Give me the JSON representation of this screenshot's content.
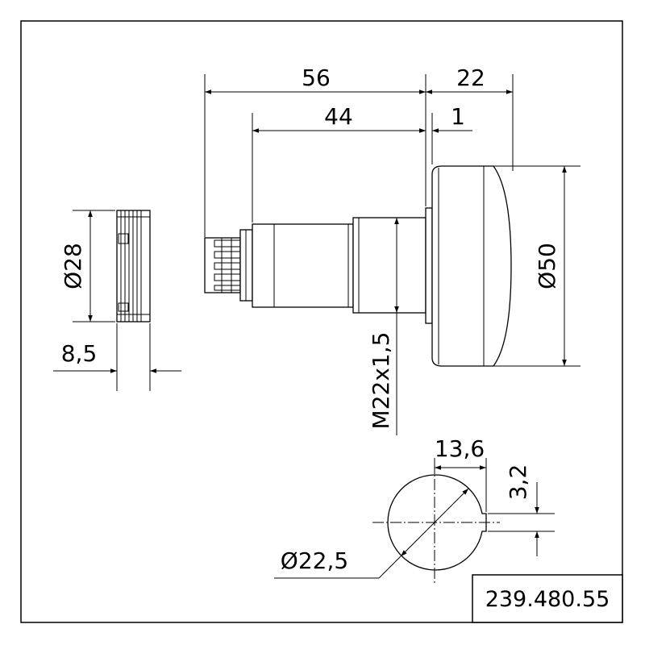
{
  "drawing": {
    "part_number": "239.480.55",
    "dimensions": {
      "overall_length": "56",
      "body_length": "44",
      "cap_depth": "22",
      "flange": "1",
      "cap_diameter": "Ø50",
      "thread": "M22x1,5",
      "nut_diameter": "Ø28",
      "nut_width": "8,5",
      "key_width": "13,6",
      "key_depth": "3,2",
      "hole_diameter": "Ø22,5"
    }
  }
}
